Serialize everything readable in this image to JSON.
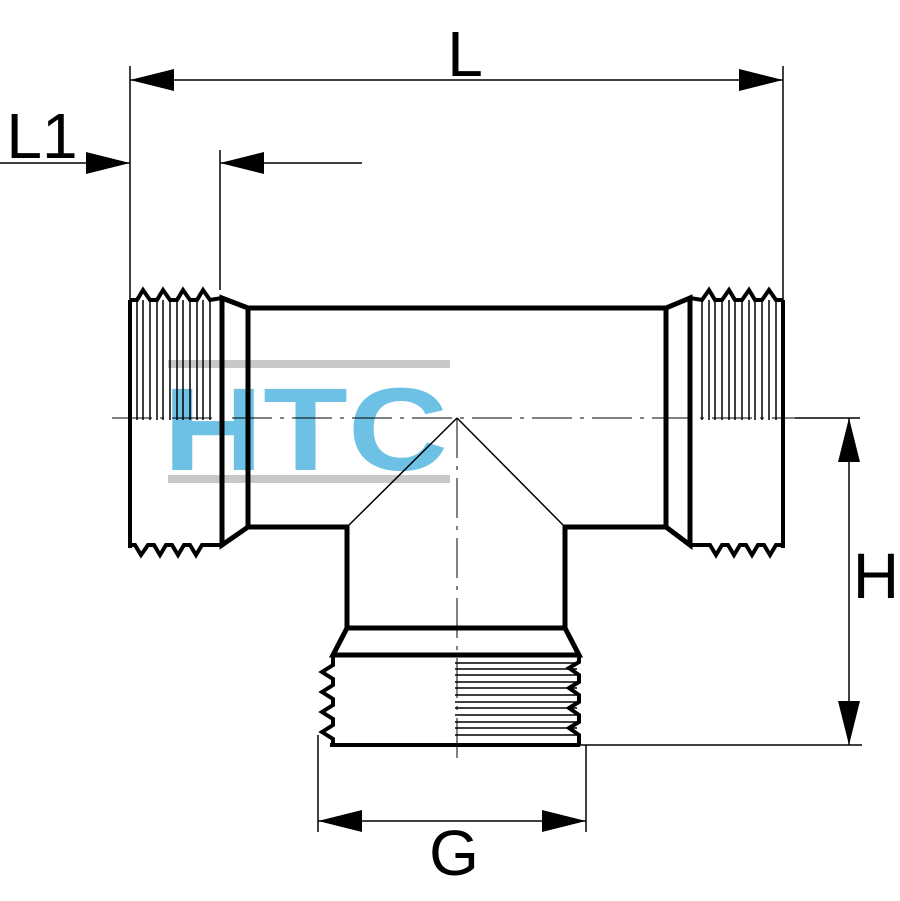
{
  "labels": {
    "length": "L",
    "thread_length": "L1",
    "height": "H",
    "thread_size": "G"
  },
  "watermark": {
    "text": "HTC",
    "color": "#6cc1e4",
    "bar_color": "#c8c8c8"
  },
  "colors": {
    "line": "#000000",
    "background": "#ffffff"
  }
}
